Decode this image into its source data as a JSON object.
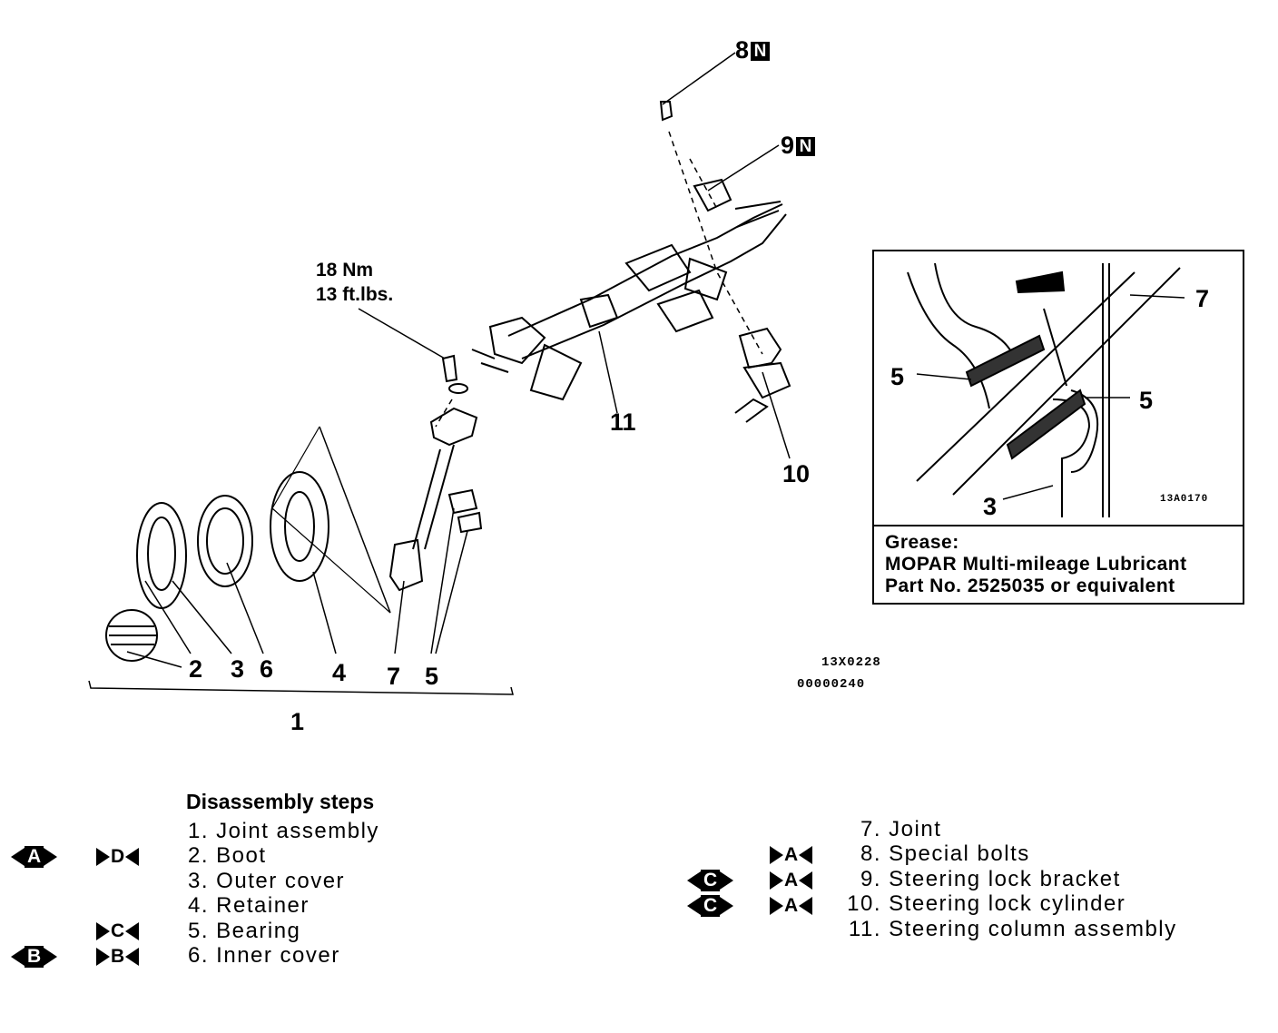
{
  "callouts": {
    "c1": "1",
    "c2": "2",
    "c3": "3",
    "c4": "4",
    "c5": "5",
    "c6": "6",
    "c7": "7",
    "c8": "8",
    "c9": "9",
    "c10": "10",
    "c11": "11",
    "inset7": "7",
    "inset5a": "5",
    "inset5b": "5",
    "inset3": "3",
    "n_badge": "N"
  },
  "torque": {
    "line1": "18 Nm",
    "line2": "13 ft.lbs."
  },
  "figure_codes": {
    "main_a": "13X0228",
    "main_b": "00000240",
    "inset": "13A0170"
  },
  "grease": {
    "label": "Grease:",
    "line1": "MOPAR Multi-mileage Lubricant",
    "line2": "Part No. 2525035 or equivalent"
  },
  "steps": {
    "heading": "Disassembly steps",
    "items": [
      {
        "num": "1.",
        "label": "Joint assembly",
        "marks": []
      },
      {
        "num": "2.",
        "label": "Boot",
        "marks": [
          "A-install",
          "D-remove"
        ]
      },
      {
        "num": "3.",
        "label": "Outer cover",
        "marks": []
      },
      {
        "num": "4.",
        "label": "Retainer",
        "marks": []
      },
      {
        "num": "5.",
        "label": "Bearing",
        "marks": [
          "C-remove"
        ]
      },
      {
        "num": "6.",
        "label": "Inner cover",
        "marks": [
          "B-install",
          "B-remove"
        ]
      },
      {
        "num": "7.",
        "label": "Joint",
        "marks": []
      },
      {
        "num": "8.",
        "label": "Special bolts",
        "marks": [
          "A-remove"
        ]
      },
      {
        "num": "9.",
        "label": "Steering lock bracket",
        "marks": [
          "C-install",
          "A-remove"
        ]
      },
      {
        "num": "10.",
        "label": "Steering lock cylinder",
        "marks": [
          "C-install",
          "A-remove"
        ]
      },
      {
        "num": "11.",
        "label": "Steering column assembly",
        "marks": []
      }
    ]
  },
  "marks": {
    "A": "A",
    "B": "B",
    "C": "C",
    "D": "D"
  }
}
